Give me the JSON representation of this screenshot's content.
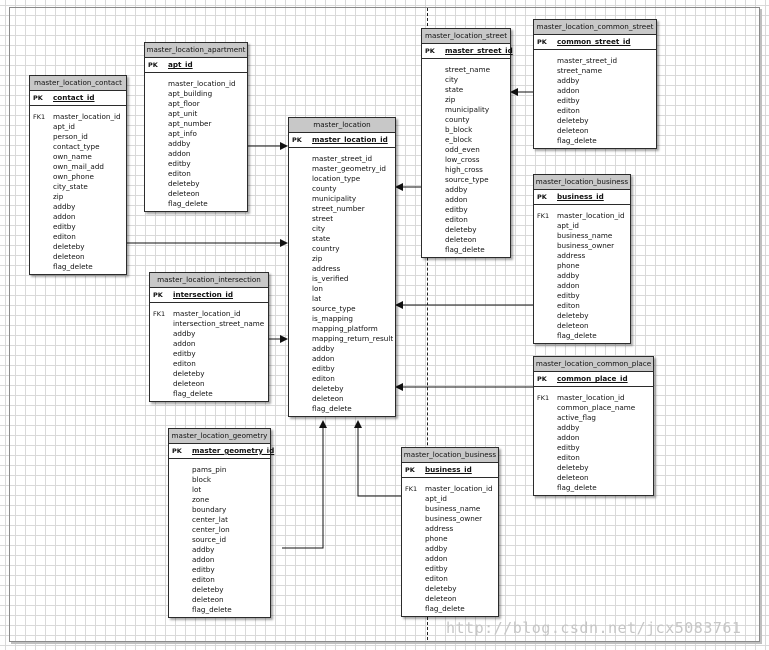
{
  "entities": {
    "contact": {
      "title": "master_location_contact",
      "pk_label": "PK",
      "pk": "contact_id",
      "key_label": "FK1",
      "columns": [
        "master_location_id",
        "apt_id",
        "person_id",
        "contact_type",
        "own_name",
        "own_mail_add",
        "own_phone",
        "city_state",
        "zip",
        "addby",
        "addon",
        "editby",
        "editon",
        "deleteby",
        "deleteon",
        "flag_delete"
      ]
    },
    "apartment": {
      "title": "master_location_apartment",
      "pk_label": "PK",
      "pk": "apt_id",
      "key_label": "",
      "columns": [
        "master_location_id",
        "apt_building",
        "apt_floor",
        "apt_unit",
        "apt_number",
        "apt_info",
        "addby",
        "addon",
        "editby",
        "editon",
        "deleteby",
        "deleteon",
        "flag_delete"
      ]
    },
    "location": {
      "title": "master_location",
      "pk_label": "PK",
      "pk": "master_location_id",
      "key_label": "",
      "columns": [
        "master_street_id",
        "master_geometry_id",
        "location_type",
        "county",
        "municipality",
        "street_number",
        "street",
        "city",
        "state",
        "country",
        "zip",
        "address",
        "is_verified",
        "lon",
        "lat",
        "source_type",
        "is_mapping",
        "mapping_platform",
        "mapping_return_result",
        "addby",
        "addon",
        "editby",
        "editon",
        "deleteby",
        "deleteon",
        "flag_delete"
      ]
    },
    "street": {
      "title": "master_location_street",
      "pk_label": "PK",
      "pk": "master_street_id",
      "key_label": "",
      "columns": [
        "street_name",
        "city",
        "state",
        "zip",
        "municipality",
        "county",
        "b_block",
        "e_block",
        "odd_even",
        "low_cross",
        "high_cross",
        "source_type",
        "addby",
        "addon",
        "editby",
        "editon",
        "deleteby",
        "deleteon",
        "flag_delete"
      ]
    },
    "common_street": {
      "title": "master_location_common_street",
      "pk_label": "PK",
      "pk": "common_street_id",
      "key_label": "",
      "columns": [
        "master_street_id",
        "street_name",
        "addby",
        "addon",
        "editby",
        "editon",
        "deleteby",
        "deleteon",
        "flag_delete"
      ]
    },
    "business_right": {
      "title": "master_location_business",
      "pk_label": "PK",
      "pk": "business_id",
      "key_label": "FK1",
      "columns": [
        "master_location_id",
        "apt_id",
        "business_name",
        "business_owner",
        "address",
        "phone",
        "addby",
        "addon",
        "editby",
        "editon",
        "deleteby",
        "deleteon",
        "flag_delete"
      ]
    },
    "intersection": {
      "title": "master_location_intersection",
      "pk_label": "PK",
      "pk": "intersection_id",
      "key_label": "FK1",
      "columns": [
        "master_location_id",
        "intersection_street_name",
        "addby",
        "addon",
        "editby",
        "editon",
        "deleteby",
        "deleteon",
        "flag_delete"
      ]
    },
    "common_place": {
      "title": "master_location_common_place",
      "pk_label": "PK",
      "pk": "common_place_id",
      "key_label": "FK1",
      "columns": [
        "master_location_id",
        "common_place_name",
        "active_flag",
        "addby",
        "addon",
        "editby",
        "editon",
        "deleteby",
        "deleteon",
        "flag_delete"
      ]
    },
    "geometry": {
      "title": "master_location_geometry",
      "pk_label": "PK",
      "pk": "master_geometry_id",
      "key_label": "",
      "columns": [
        "pams_pin",
        "block",
        "lot",
        "zone",
        "boundary",
        "center_lat",
        "center_lon",
        "source_id",
        "addby",
        "addon",
        "editby",
        "editon",
        "deleteby",
        "deleteon",
        "flag_delete"
      ]
    },
    "business_bottom": {
      "title": "master_location_business",
      "pk_label": "PK",
      "pk": "business_id",
      "key_label": "FK1",
      "columns": [
        "master_location_id",
        "apt_id",
        "business_name",
        "business_owner",
        "address",
        "phone",
        "addby",
        "addon",
        "editby",
        "editon",
        "deleteby",
        "deleteon",
        "flag_delete"
      ]
    }
  },
  "relationships": [
    {
      "from": "apartment",
      "to": "location"
    },
    {
      "from": "contact",
      "to": "location"
    },
    {
      "from": "intersection",
      "to": "location"
    },
    {
      "from": "geometry",
      "to": "location"
    },
    {
      "from": "business_bottom",
      "to": "location"
    },
    {
      "from": "street",
      "to": "location"
    },
    {
      "from": "business_right",
      "to": "location"
    },
    {
      "from": "common_place",
      "to": "location"
    },
    {
      "from": "common_street",
      "to": "street"
    }
  ],
  "watermark": "http://blog.csdn.net/jcx5083761"
}
